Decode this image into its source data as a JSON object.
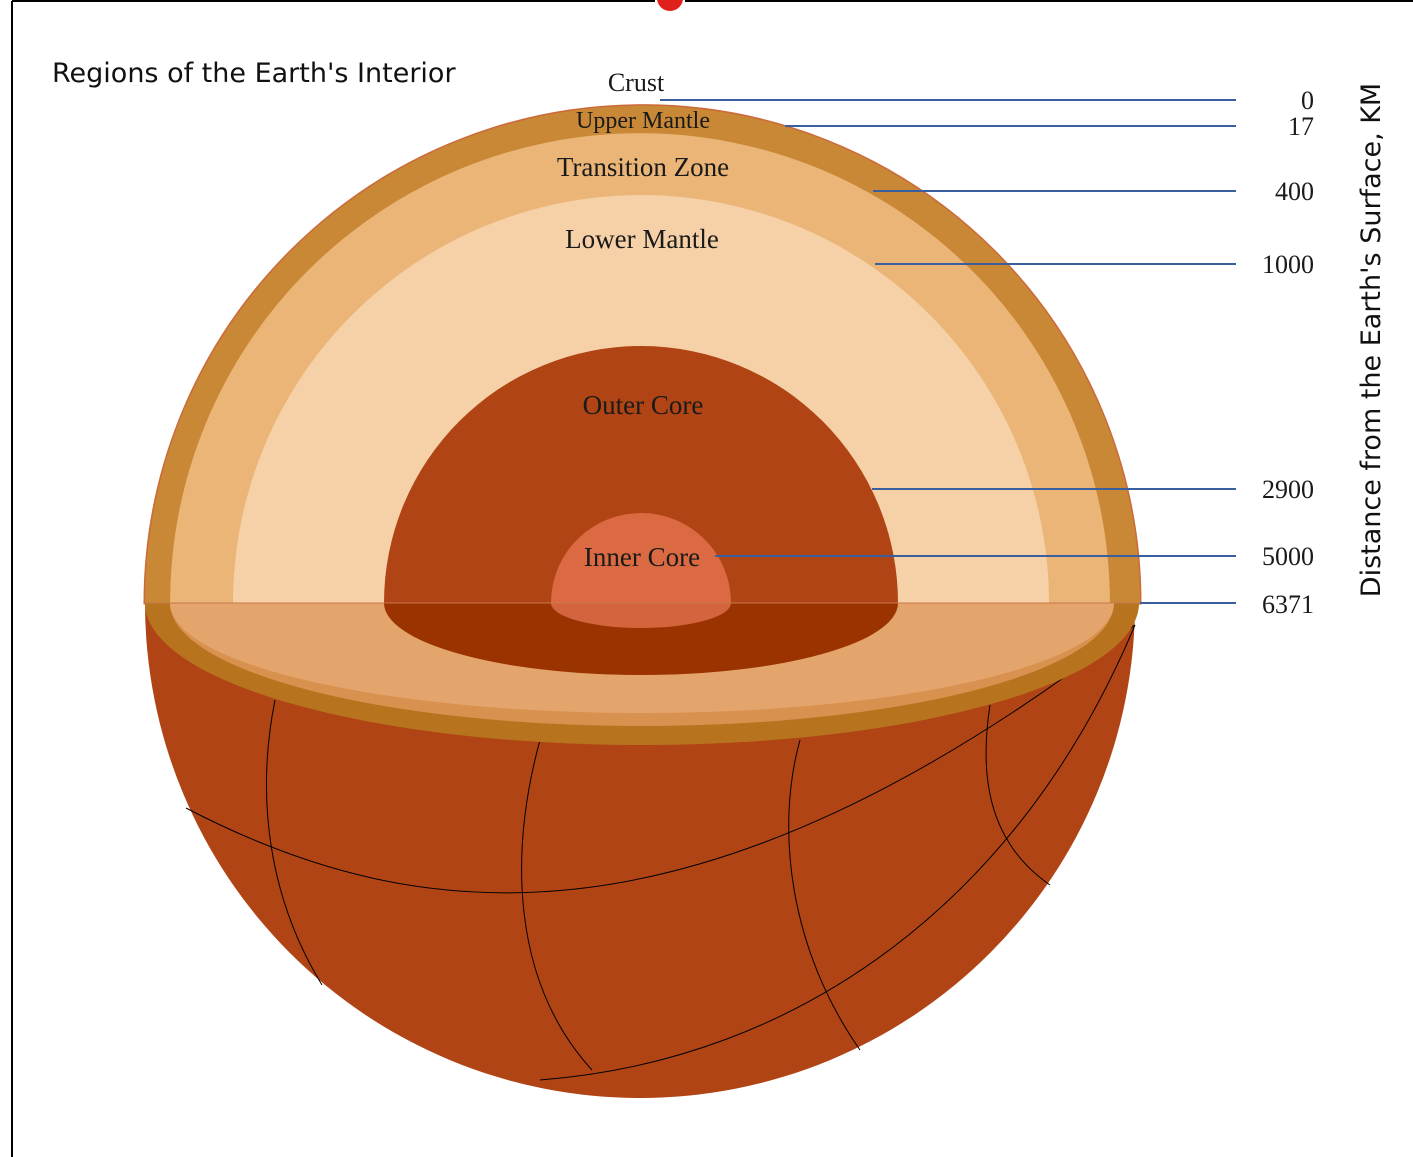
{
  "title": "Regions of the Earth's Interior",
  "axis_label": "Distance from the Earth's Surface, KM",
  "colors": {
    "sphere_body": "#B04414",
    "crust_rim": "#C88836",
    "transition_zone": "#EAB577",
    "lower_mantle": "#F6D0A7",
    "outer_core": "#B04414",
    "inner_core": "#DB6A42",
    "leader_line": "#3A5F9E"
  },
  "layers": [
    {
      "name": "Crust"
    },
    {
      "name": "Upper Mantle"
    },
    {
      "name": "Transition Zone"
    },
    {
      "name": "Lower Mantle"
    },
    {
      "name": "Outer Core"
    },
    {
      "name": "Inner Core"
    }
  ],
  "depths": [
    {
      "value": "0"
    },
    {
      "value": "17"
    },
    {
      "value": "400"
    },
    {
      "value": "1000"
    },
    {
      "value": "2900"
    },
    {
      "value": "5000"
    },
    {
      "value": "6371"
    }
  ]
}
